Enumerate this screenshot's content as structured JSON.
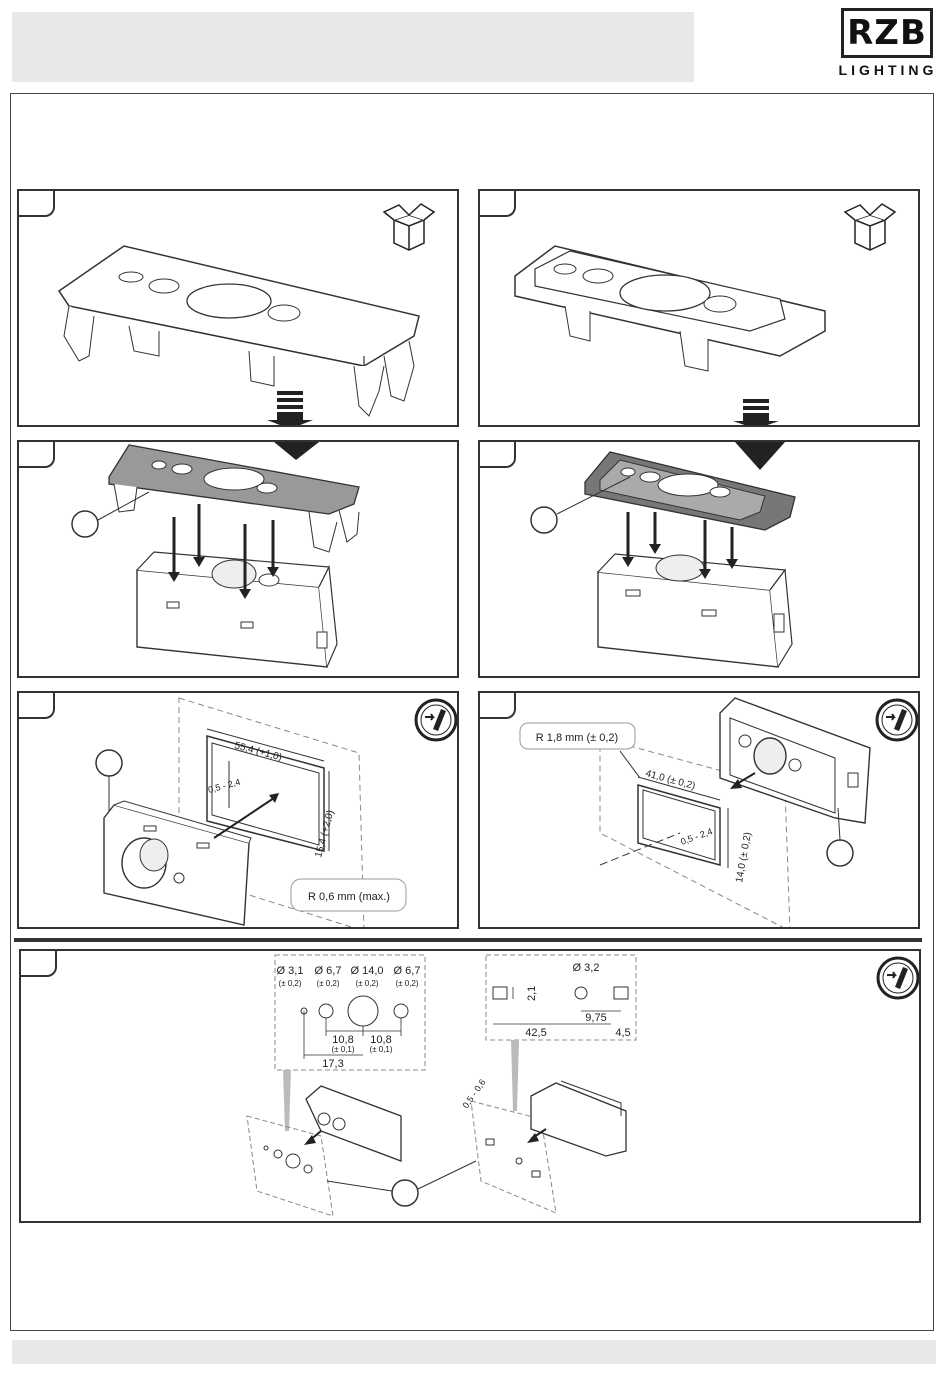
{
  "brand": {
    "logo_mark": "RZB",
    "logo_sub": "LIGHTING"
  },
  "icons": {
    "package": "package-box-icon",
    "tool": "tool-drill-icon"
  },
  "panel3": {
    "width_dim": "55,4 (+1,0)",
    "height_dim": "15,4 (+2,0)",
    "thickness": "0,5 - 2,4",
    "radius": "R 0,6 mm (max.)"
  },
  "panel4": {
    "radius": "R 1,8 mm (± 0,2)",
    "width_dim": "41,0  (± 0,2)",
    "height_dim": "14,0  (± 0,2)",
    "thickness": "0,5 - 2,4"
  },
  "panel5": {
    "holes": [
      {
        "dia": "Ø 3,1",
        "tol": "(± 0,2)"
      },
      {
        "dia": "Ø 6,7",
        "tol": "(± 0,2)"
      },
      {
        "dia": "Ø 14,0",
        "tol": "(± 0,2)"
      },
      {
        "dia": "Ø 6,7",
        "tol": "(± 0,2)"
      }
    ],
    "spacing_a": "10,8",
    "spacing_a_tol": "(± 0,1)",
    "spacing_b": "10,8",
    "spacing_b_tol": "(± 0,1)",
    "total_a": "17,3",
    "hole_b": "Ø 3,2",
    "slot_h": "2,1",
    "spacing_c": "9,75",
    "total_b": "42,5",
    "edge": "4,5",
    "thickness": "0,5 - 0,6"
  }
}
